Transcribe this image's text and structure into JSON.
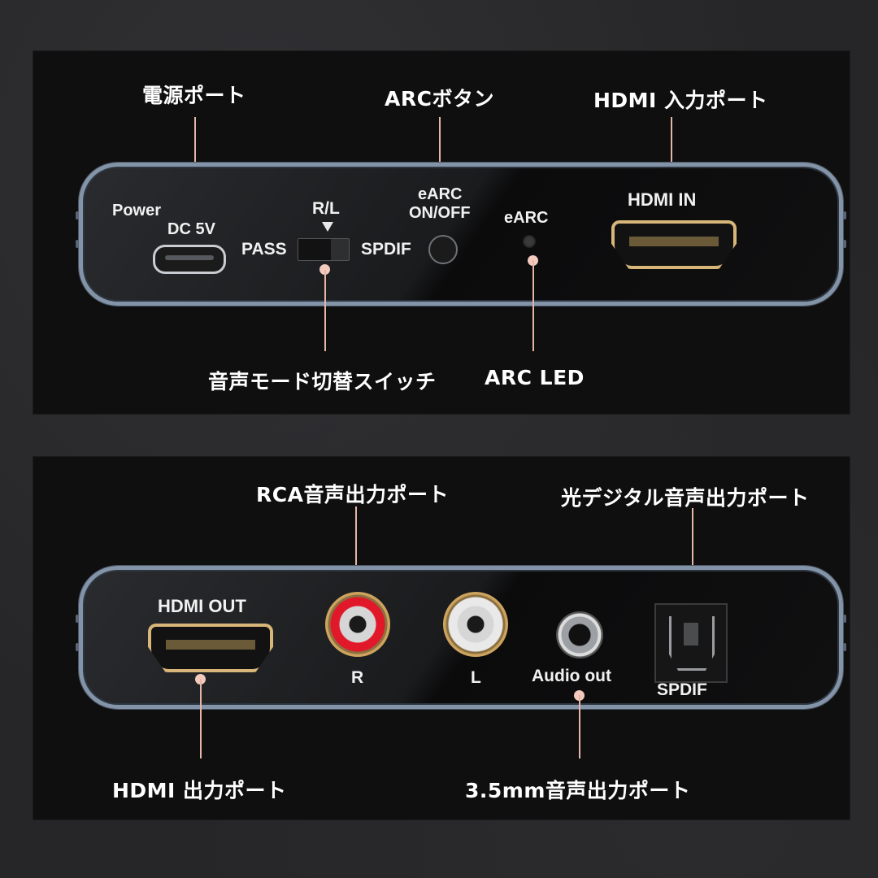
{
  "top_panel": {
    "callouts": {
      "power_port": "電源ポート",
      "arc_button": "ARCボタン",
      "hdmi_in_port": "HDMI 入力ポート",
      "audio_mode_switch": "音声モード切替スイッチ",
      "arc_led": "ARC LED"
    },
    "device_labels": {
      "power": "Power",
      "dc": "DC 5V",
      "rl": "R/L",
      "pass": "PASS",
      "spdif": "SPDIF",
      "earc_onoff_line1": "eARC",
      "earc_onoff_line2": "ON/OFF",
      "earc_led": "eARC",
      "hdmi_in": "HDMI IN"
    }
  },
  "bottom_panel": {
    "callouts": {
      "rca_port": "RCA音声出力ポート",
      "optical_port": "光デジタル音声出力ポート",
      "hdmi_out_port": "HDMI 出力ポート",
      "jack_port": "3.5mm音声出力ポート"
    },
    "device_labels": {
      "hdmi_out": "HDMI OUT",
      "r": "R",
      "l": "L",
      "audio_out": "Audio out",
      "spdif": "SPDIF"
    }
  },
  "colors": {
    "leader": "#e7b5a8",
    "rca_right": "#e0182a",
    "rca_left": "#e9e9e9",
    "device_rim": "#8494a8"
  }
}
